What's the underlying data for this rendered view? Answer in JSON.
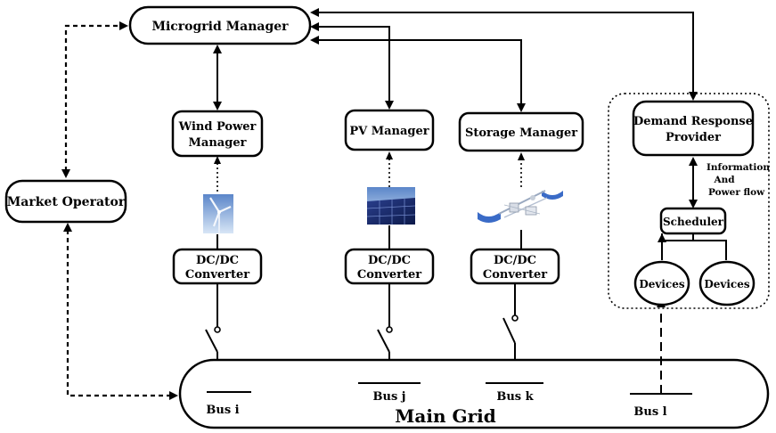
{
  "nodes": {
    "microgrid_manager": "Microgrid Manager",
    "market_operator": "Market Operator",
    "wind_manager_line1": "Wind Power",
    "wind_manager_line2": "Manager",
    "pv_manager": "PV Manager",
    "storage_manager": "Storage Manager",
    "dr_provider_line1": "Demand Response",
    "dr_provider_line2": "Provider",
    "scheduler": "Scheduler",
    "devices_1": "Devices",
    "devices_2": "Devices",
    "converter_line1": "DC/DC",
    "converter_line2": "Converter"
  },
  "labels": {
    "info_flow_line1": "Information",
    "info_flow_line2": "And",
    "info_flow_line3": "Power flow",
    "main_grid": "Main Grid"
  },
  "buses": {
    "bus_i": "Bus i",
    "bus_j": "Bus j",
    "bus_k": "Bus k",
    "bus_l": "Bus l"
  },
  "icons": {
    "wind": "wind-turbine-icon",
    "pv": "solar-panel-icon",
    "storage": "storage-system-icon"
  }
}
